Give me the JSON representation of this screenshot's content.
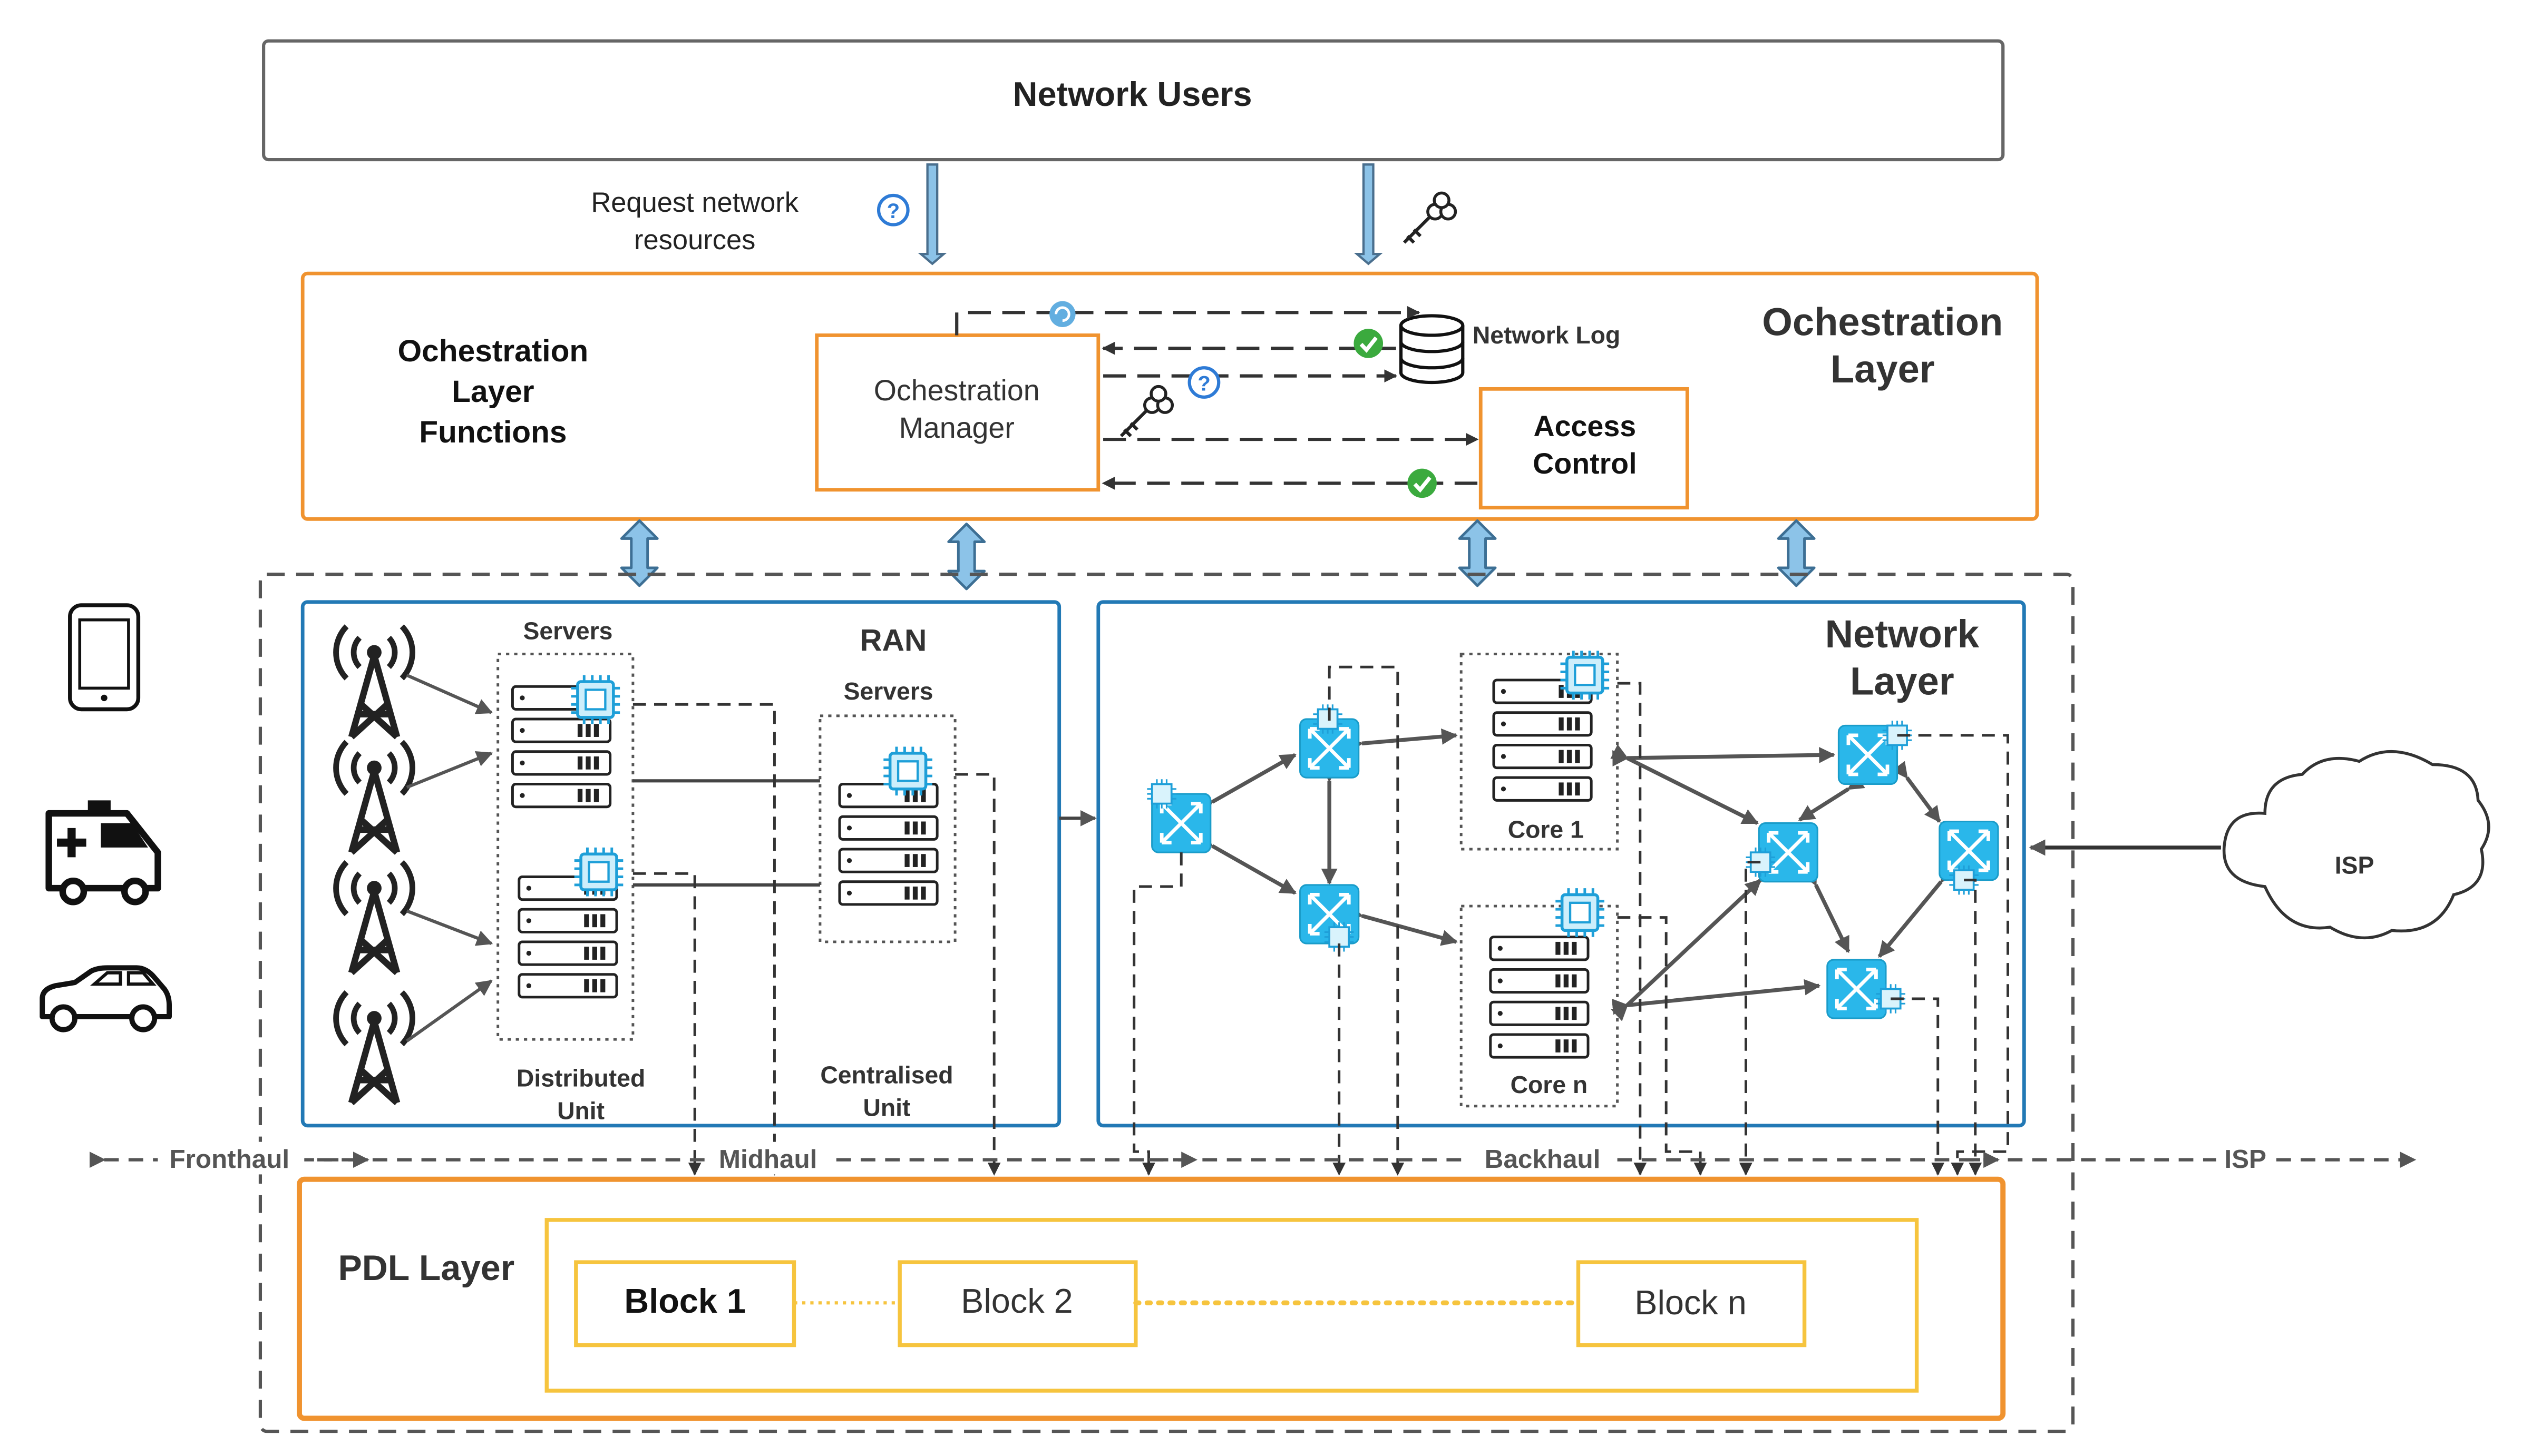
{
  "users": {
    "title": "Network Users"
  },
  "request": {
    "line1": "Request network",
    "line2": "resources"
  },
  "orchestration": {
    "title_line1": "Ochestration",
    "title_line2": "Layer",
    "functions_line1": "Ochestration",
    "functions_line2": "Layer",
    "functions_line3": "Functions",
    "manager_line1": "Ochestration",
    "manager_line2": "Manager",
    "network_log": "Network Log",
    "access_line1": "Access",
    "access_line2": "Control"
  },
  "ran": {
    "title": "RAN",
    "du_servers": "Servers",
    "cu_servers": "Servers",
    "du_line1": "Distributed",
    "du_line2": "Unit",
    "cu_line1": "Centralised",
    "cu_line2": "Unit"
  },
  "network": {
    "title_line1": "Network",
    "title_line2": "Layer",
    "core1": "Core 1",
    "coren": "Core  n"
  },
  "isp": {
    "cloud": "ISP"
  },
  "hauls": {
    "fronthaul": "Fronthaul",
    "midhaul": "Midhaul",
    "backhaul": "Backhaul",
    "isp": "ISP"
  },
  "pdl": {
    "title": "PDL Layer",
    "block1": "Block 1",
    "block2": "Block 2",
    "blockn": "Block n"
  },
  "icons": [
    "smartphone-icon",
    "ambulance-icon",
    "car-icon",
    "antenna-tower-icon",
    "server-rack-icon",
    "cpu-chip-icon",
    "network-switch-icon",
    "database-icon",
    "key-icon",
    "question-icon",
    "check-icon",
    "cloud-icon"
  ],
  "colors": {
    "orange": "#F0932F",
    "blue": "#2279B5",
    "gold": "#F6C43E",
    "switch": "#2AB7EA",
    "arrow_fill": "#8CC3E8",
    "check": "#3BAA3E",
    "question": "#2E7BD6"
  }
}
